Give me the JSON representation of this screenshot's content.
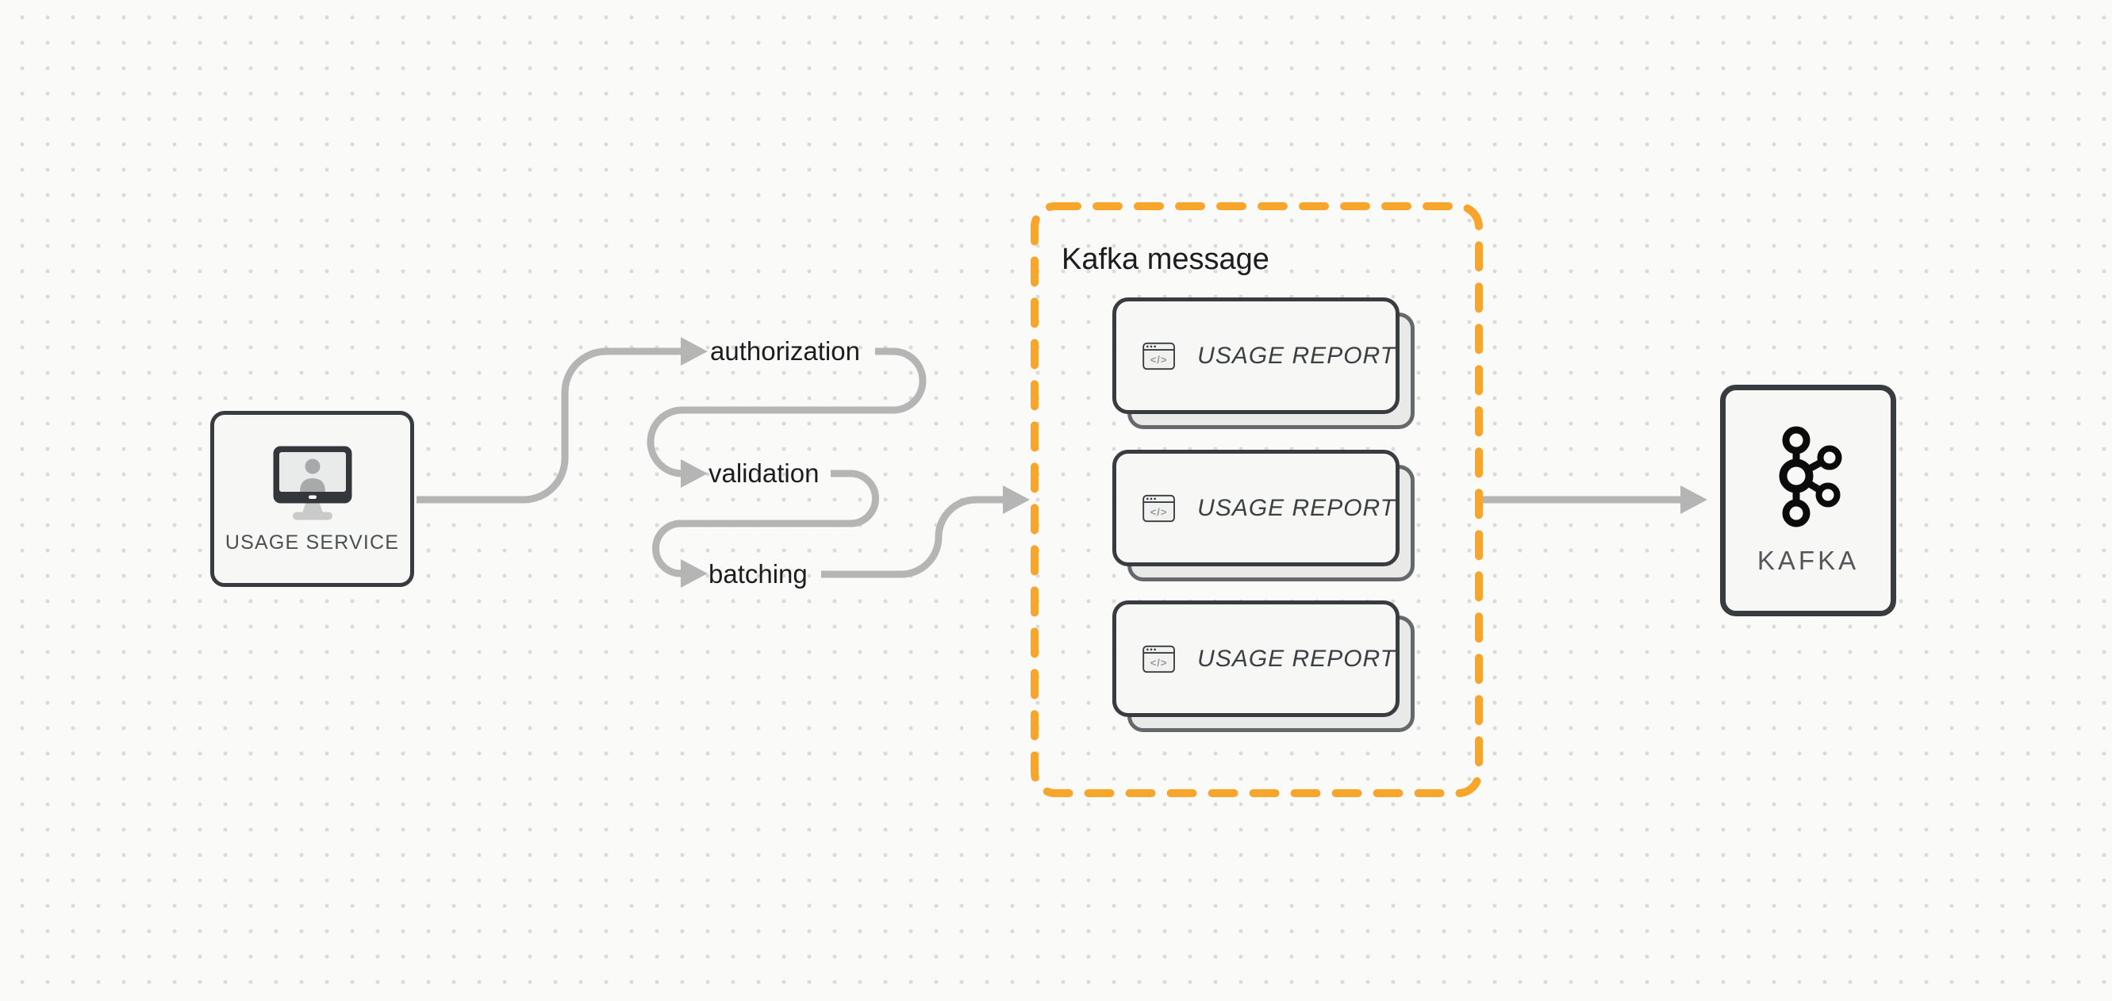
{
  "canvas": {
    "background": "#FAFAF9",
    "dot_color": "#DBDBDB"
  },
  "colors": {
    "accent_orange": "#F7A62B",
    "connector_gray": "#B5B5B5",
    "outline_dark": "#383C40",
    "shadow_border_gray": "#66696C"
  },
  "usage_service": {
    "label": "USAGE SERVICE",
    "icon": "monitor-user-icon"
  },
  "steps": [
    {
      "label": "authorization"
    },
    {
      "label": "validation"
    },
    {
      "label": "batching"
    }
  ],
  "kafka_message": {
    "title": "Kafka message",
    "cards": [
      {
        "label": "USAGE REPORT",
        "icon_glyph": "</>"
      },
      {
        "label": "USAGE REPORT",
        "icon_glyph": "</>"
      },
      {
        "label": "USAGE REPORT",
        "icon_glyph": "</>"
      }
    ]
  },
  "kafka": {
    "label": "KAFKA",
    "icon": "kafka-logo-icon"
  }
}
